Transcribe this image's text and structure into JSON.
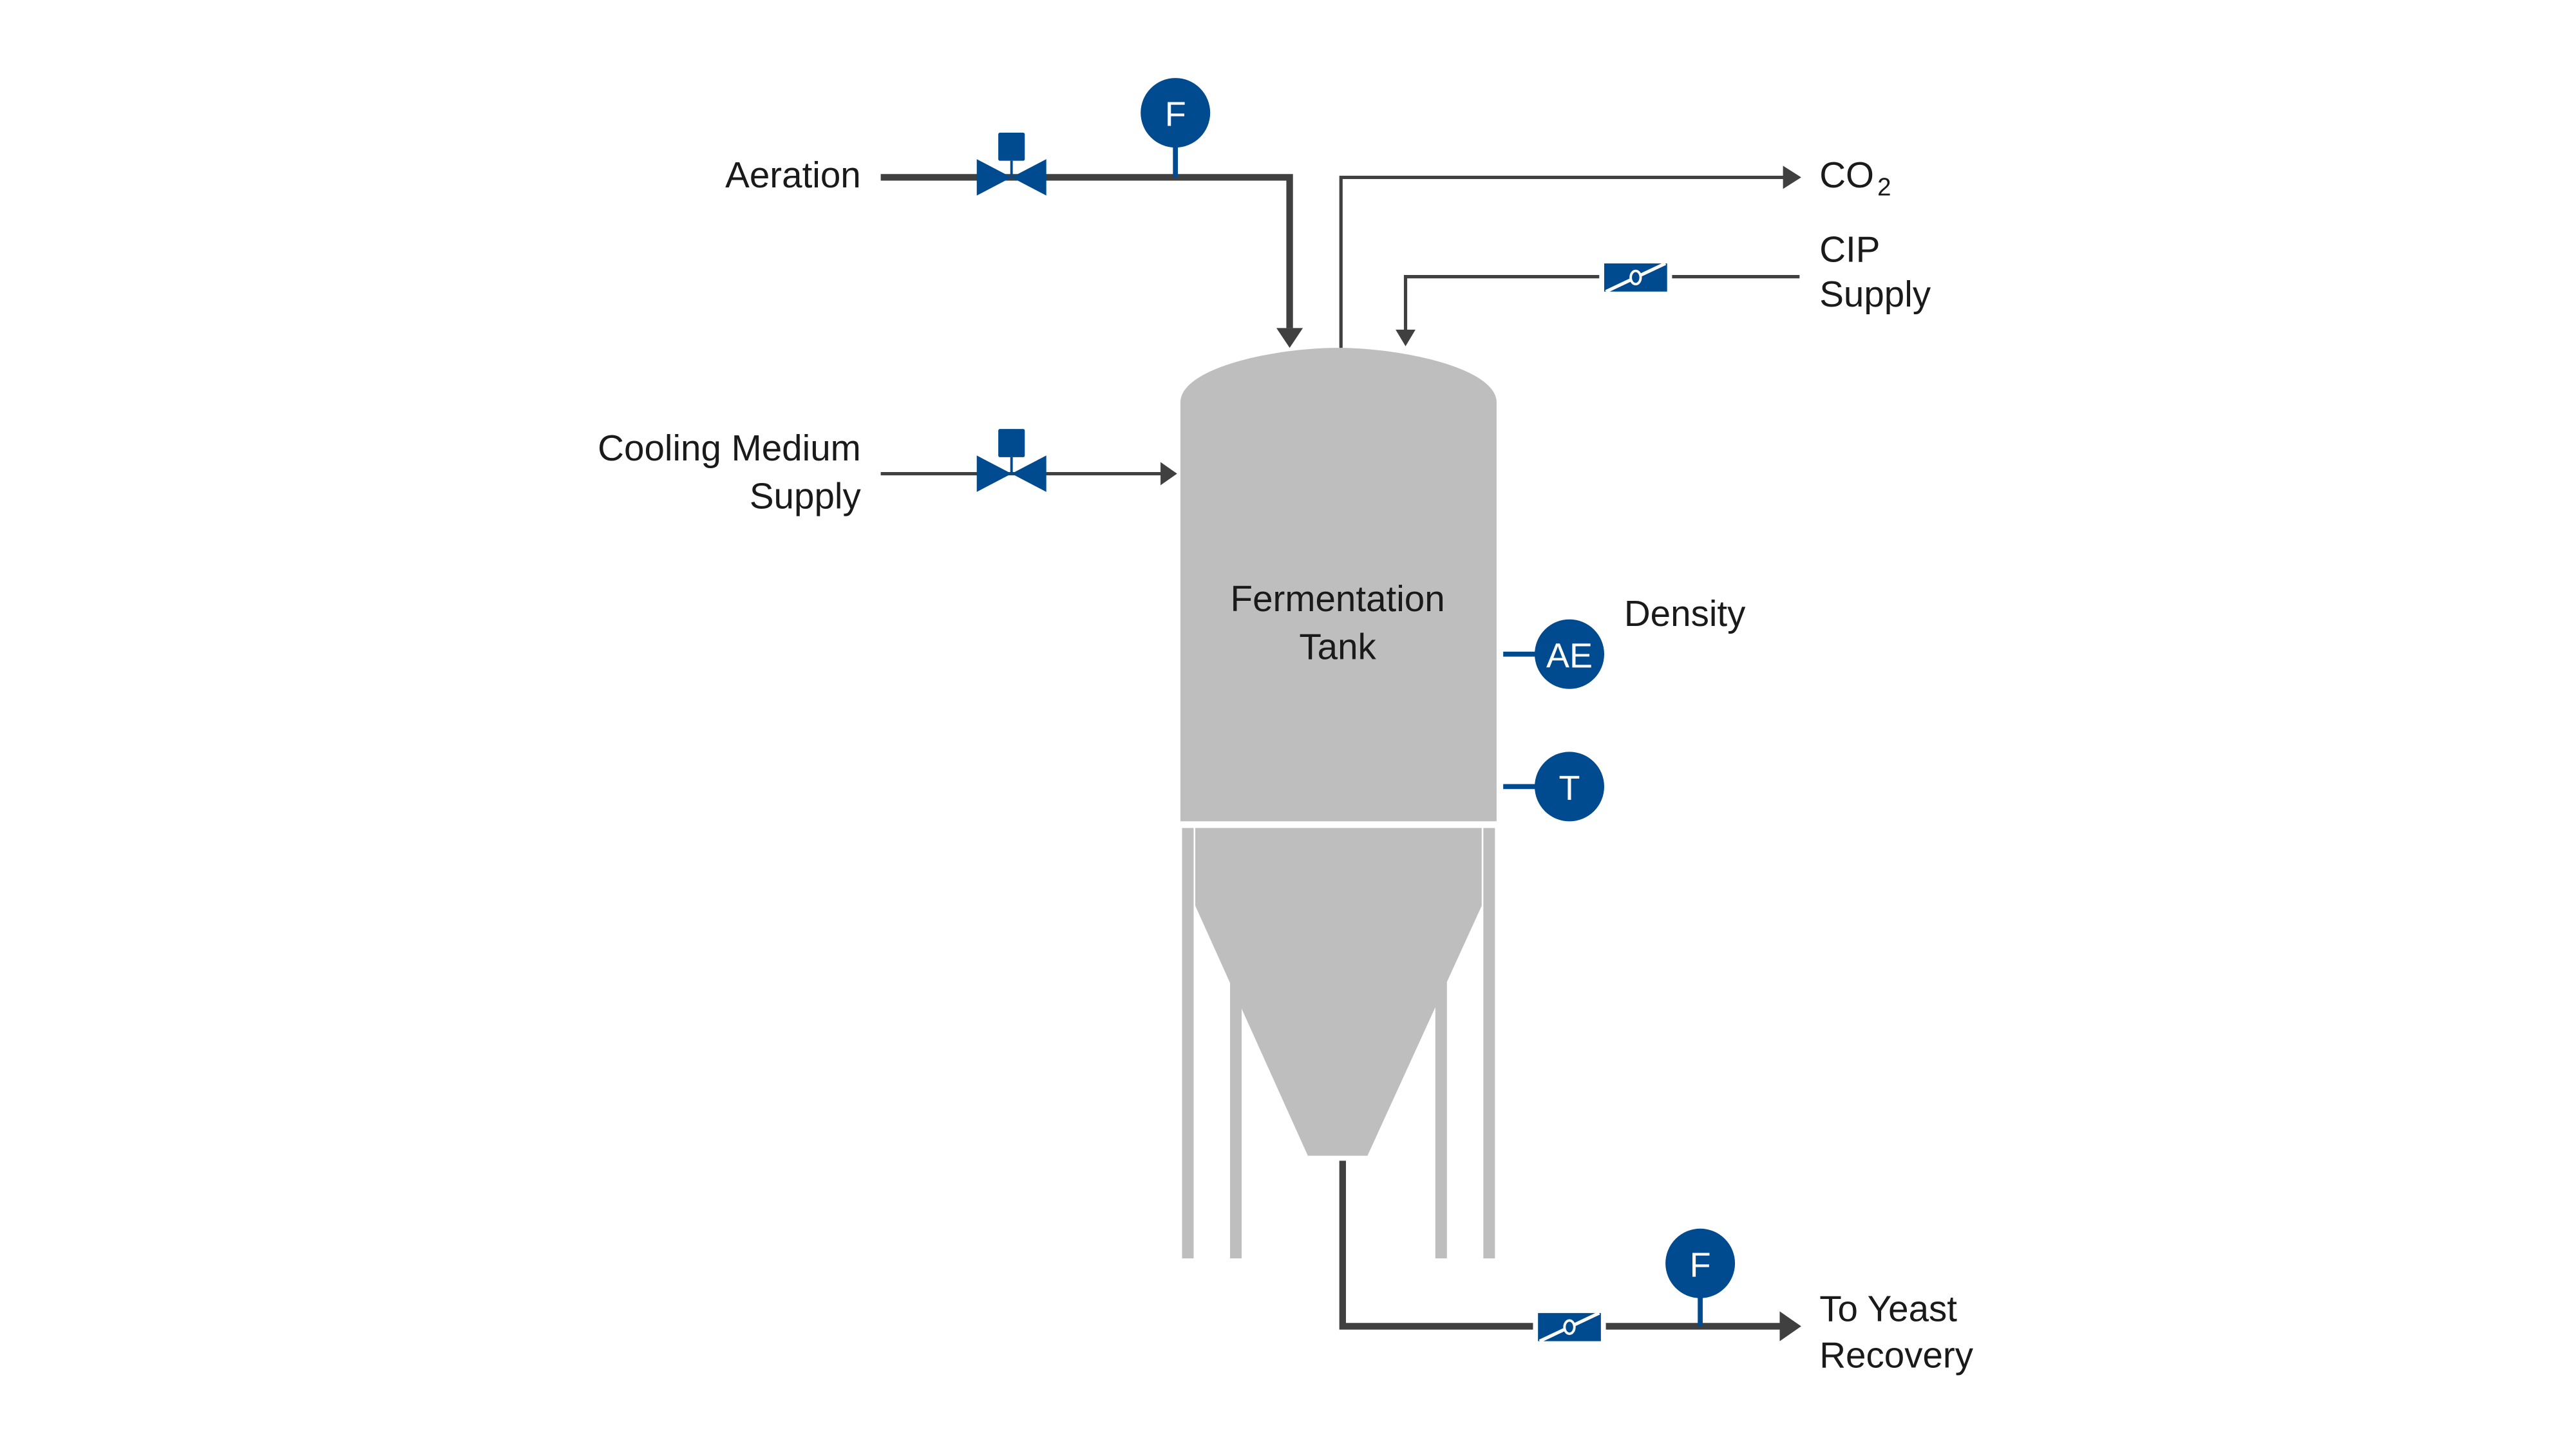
{
  "diagram": {
    "tank": {
      "label_line1": "Fermentation",
      "label_line2": "Tank"
    },
    "inputs": {
      "aeration": {
        "label": "Aeration"
      },
      "cooling": {
        "label_line1": "Cooling Medium",
        "label_line2": "Supply"
      },
      "cip": {
        "label_line1": "CIP",
        "label_line2": "Supply"
      }
    },
    "outputs": {
      "co2": {
        "label_main": "CO",
        "label_sub": "2"
      },
      "yeast": {
        "label_line1": "To Yeast",
        "label_line2": "Recovery"
      }
    },
    "instruments": {
      "aeration_flow": {
        "tag": "F"
      },
      "density": {
        "tag": "AE",
        "label": "Density"
      },
      "temperature": {
        "tag": "T"
      },
      "yeast_flow": {
        "tag": "F"
      }
    },
    "colors": {
      "instrument_blue": "#004a8f",
      "pipe_gray": "#404040",
      "tank_gray": "#bebebe"
    }
  }
}
